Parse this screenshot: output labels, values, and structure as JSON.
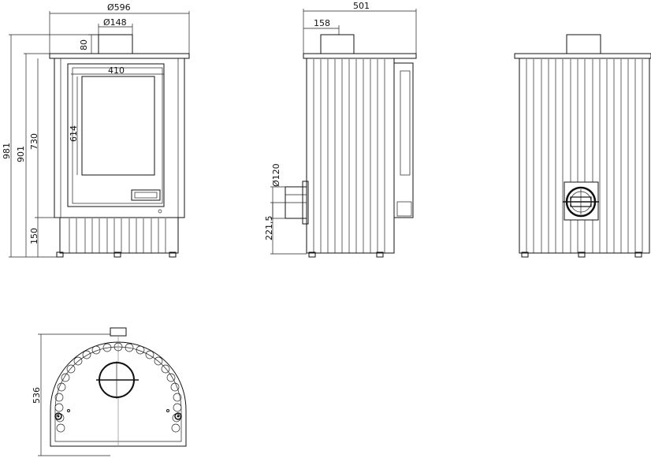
{
  "front_view": {
    "overall_width": "Ø596",
    "flue_diameter": "Ø148",
    "flue_height": "80",
    "total_height": "981",
    "height_901": "901",
    "height_730": "730",
    "glass_width": "410",
    "glass_height": "614",
    "base_height": "150"
  },
  "side_view": {
    "depth": "501",
    "flue_offset": "158",
    "rear_outlet_diameter": "Ø120",
    "rear_outlet_height": "221,5"
  },
  "top_view": {
    "depth": "536"
  }
}
